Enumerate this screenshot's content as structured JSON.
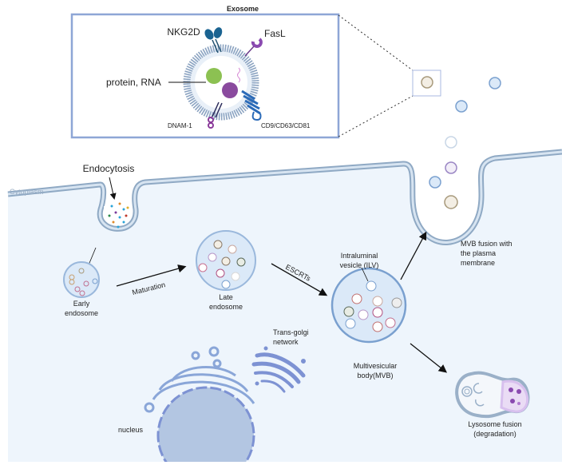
{
  "exosome": {
    "title": "Exosome",
    "labels": {
      "nkg2d": "NKG2D",
      "fasl": "FasL",
      "protein_rna": "protein, RNA",
      "dnam1": "DNAM-1",
      "tetraspanins": "CD9/CD63/CD81"
    }
  },
  "cell": {
    "cytoplasm": "Cytoplasm",
    "endocytosis": "Endocytosis",
    "early_endosome": [
      "Early",
      "endosome"
    ],
    "maturation": "Maturation",
    "late_endosome": [
      "Late",
      "endosome"
    ],
    "escrts": "ESCRTs",
    "ilv": [
      "Intraluminal",
      "vesicle (ILV)"
    ],
    "mvb": [
      "Multivesicular",
      "body(MVB)"
    ],
    "mvb_fusion": [
      "MVB fusion with",
      "the plasma",
      "membrane"
    ],
    "lysosome": [
      "Lysosome fusion",
      "(degradation)"
    ],
    "golgi": [
      "Trans-golgi",
      "network"
    ],
    "nucleus": "nucleus"
  },
  "colors": {
    "membrane": "#8fa9c4",
    "cytoplasm": "#eef5fc",
    "vesicle_fill": "#dbe9f8",
    "box_border": "#8ea6d6",
    "nucleus": "#b3c6e2",
    "golgi": "#7d92d3"
  }
}
